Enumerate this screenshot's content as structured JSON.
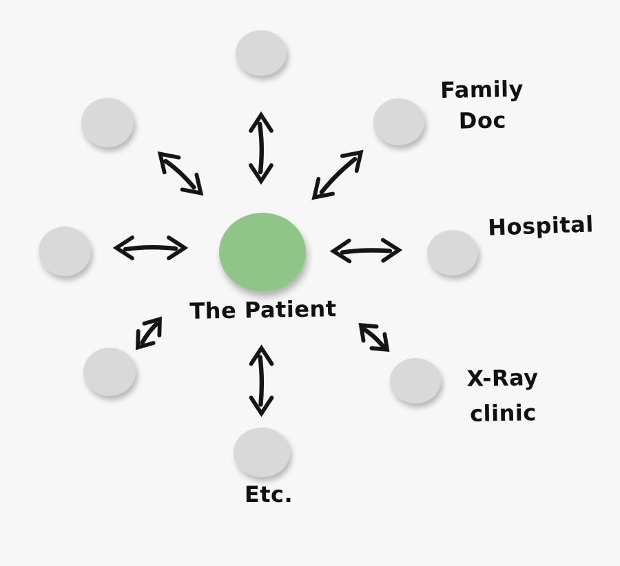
{
  "diagram": {
    "type": "hub-and-spoke",
    "description": "Central patient node connected by double-headed arrows to eight surrounding care-provider nodes"
  },
  "labels": {
    "center": "The Patient",
    "family_doc": [
      "Family",
      "Doc"
    ],
    "hospital": "Hospital",
    "xray_clinic": [
      "X-Ray",
      "clinic"
    ],
    "etc": "Etc."
  },
  "colors": {
    "background": "#f7f7f7",
    "node": "#d9d9d9",
    "center": "#8ec687",
    "arrow": "#151515",
    "text": "#111111"
  }
}
